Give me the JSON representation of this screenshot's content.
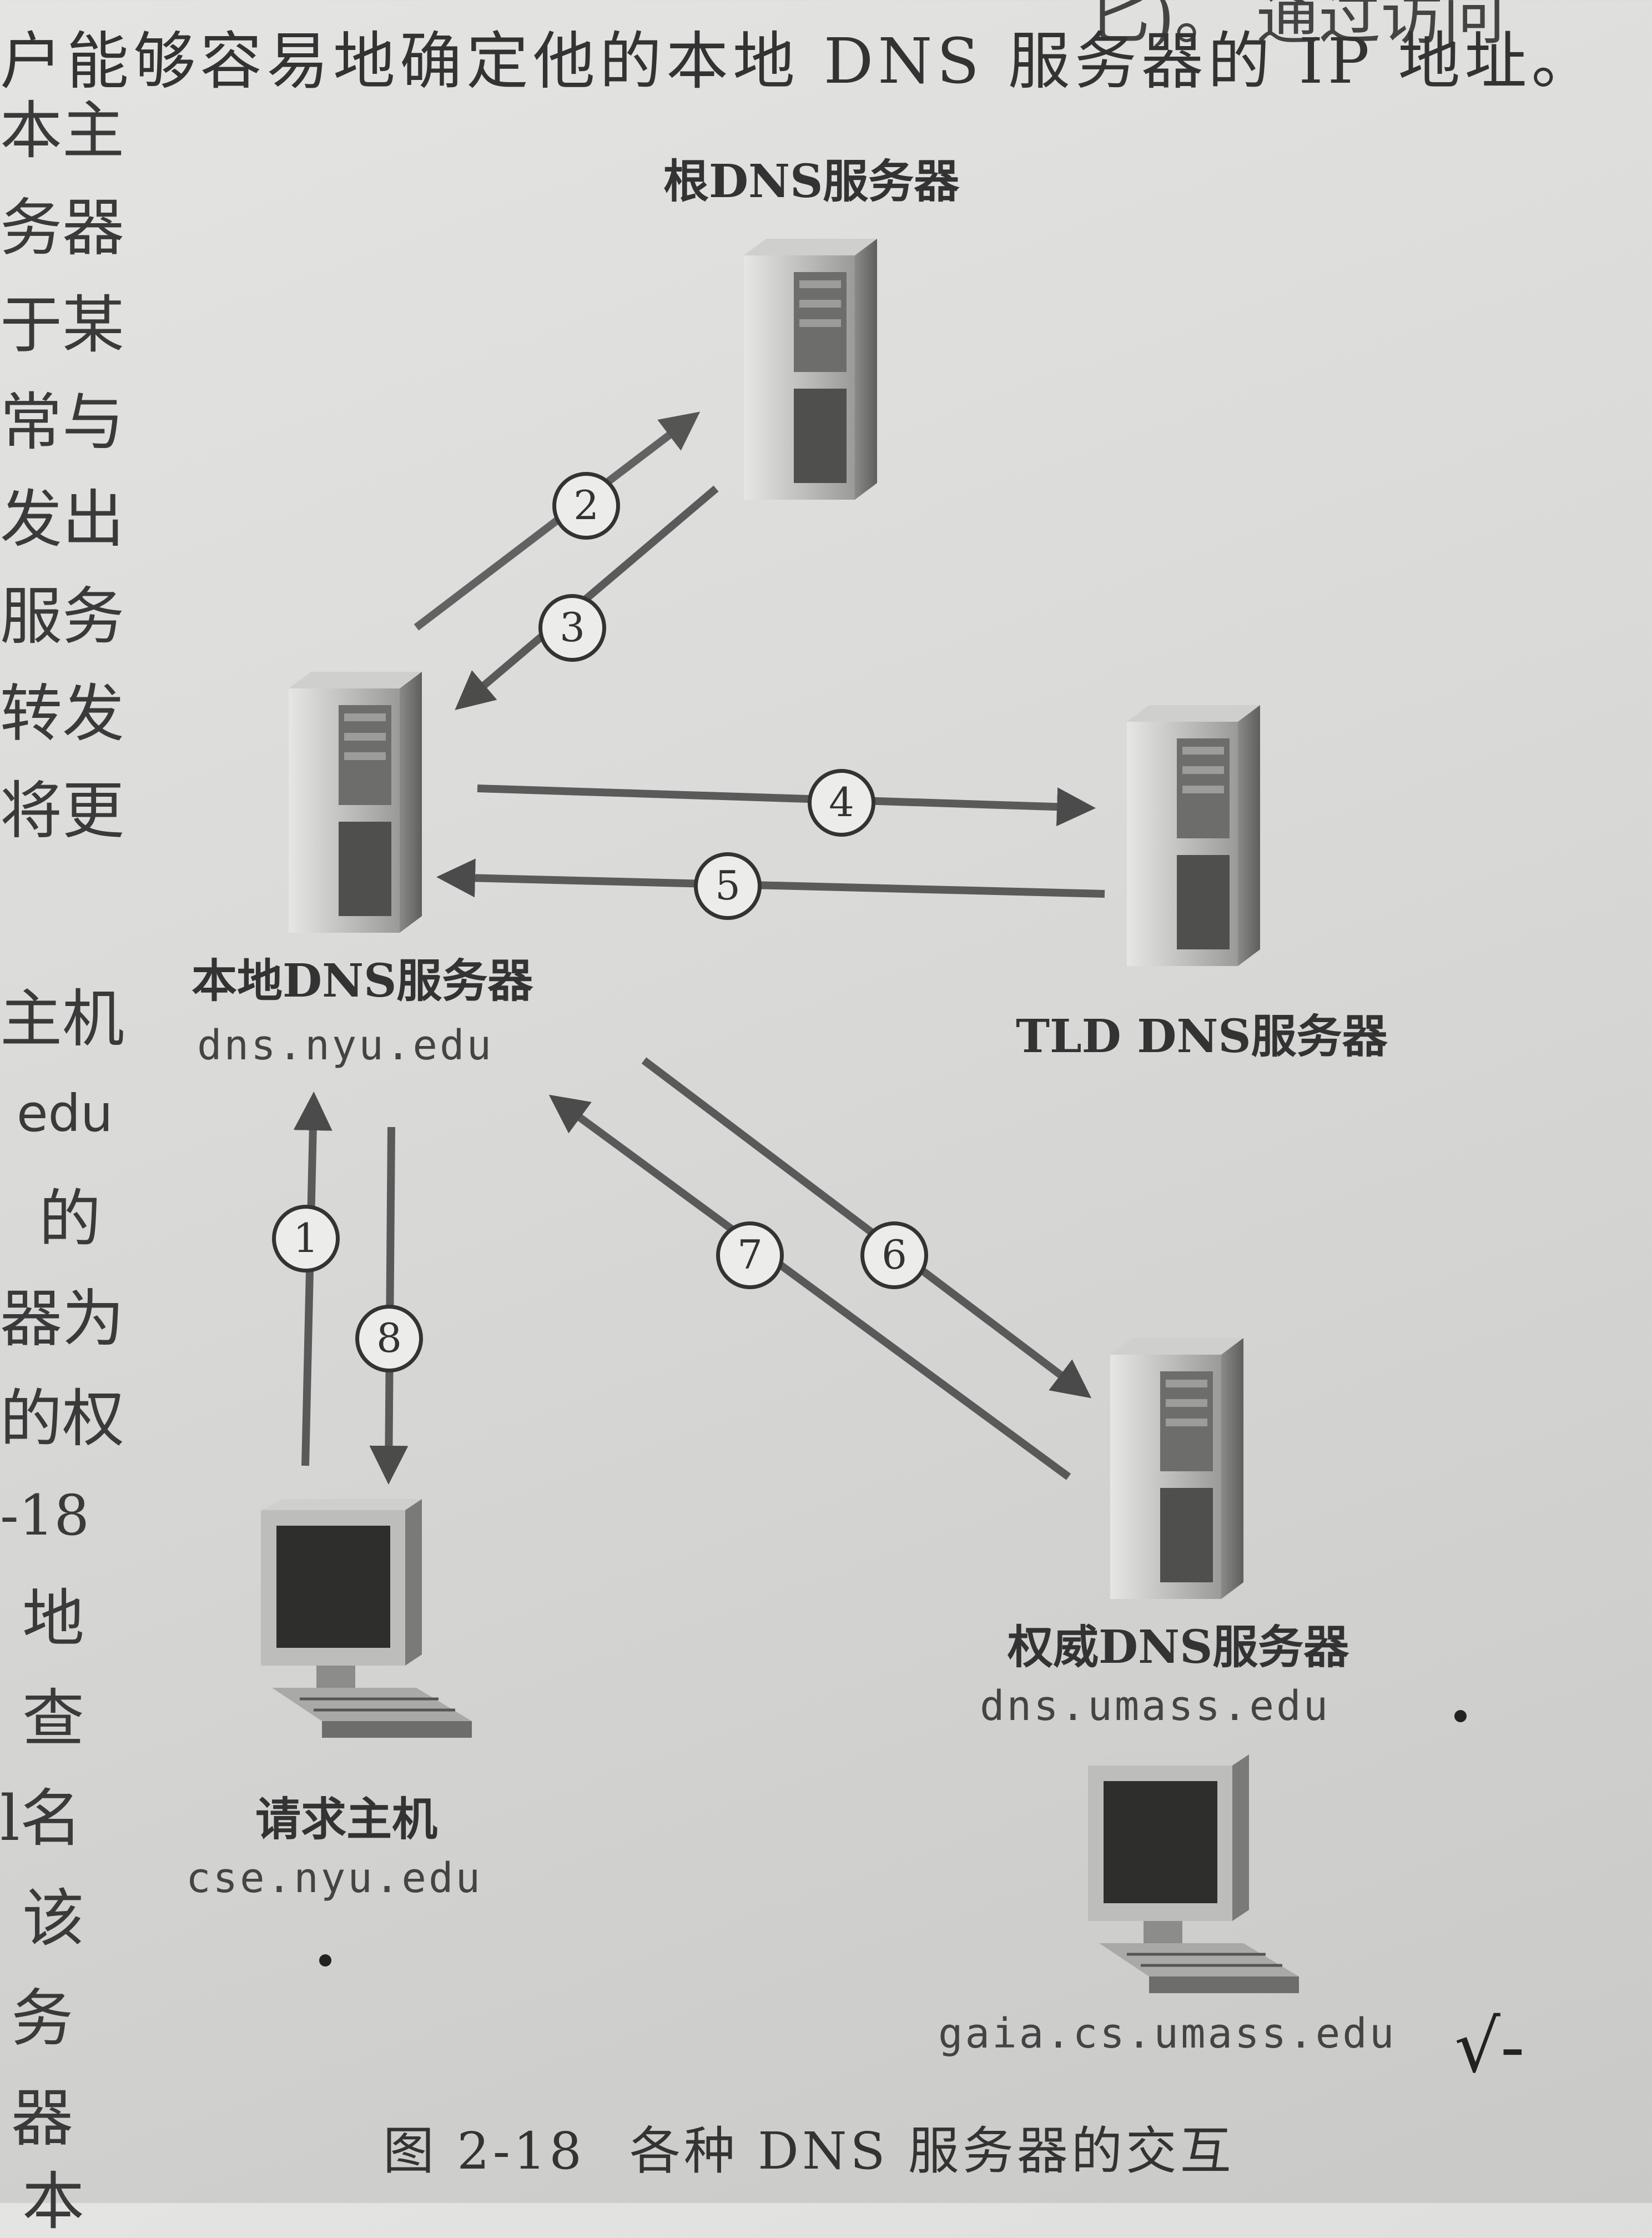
{
  "top_text": {
    "line": "户能够容易地确定他的本地 DNS 服务器的 IP 地址。",
    "fragment": "匕)。 通过访问"
  },
  "margin_text": [
    "本主",
    "务器",
    "于某",
    "常与",
    "发出",
    "服务",
    "转发",
    "将更",
    "主机",
    "edu",
    "的",
    "器为",
    "的权",
    "-18",
    "地",
    "查",
    "l名",
    "该",
    "务",
    "器",
    "本"
  ],
  "nodes": {
    "root_server": {
      "label": "根DNS服务器"
    },
    "local_server": {
      "label": "本地DNS服务器",
      "host": "dns.nyu.edu"
    },
    "tld_server": {
      "label": "TLD DNS服务器"
    },
    "auth_server": {
      "label": "权威DNS服务器",
      "host": "dns.umass.edu"
    },
    "requesting_host": {
      "label": "请求主机",
      "host": "cse.nyu.edu"
    },
    "target_host": {
      "host": "gaia.cs.umass.edu"
    }
  },
  "steps": [
    "1",
    "2",
    "3",
    "4",
    "5",
    "6",
    "7",
    "8"
  ],
  "caption": {
    "number": "图 2-18",
    "text": "各种 DNS 服务器的交互"
  },
  "annotation": {
    "check": "√-"
  },
  "colors": {
    "ink": "#333333",
    "server_light": "#d4d4d2",
    "server_dark": "#555555"
  }
}
